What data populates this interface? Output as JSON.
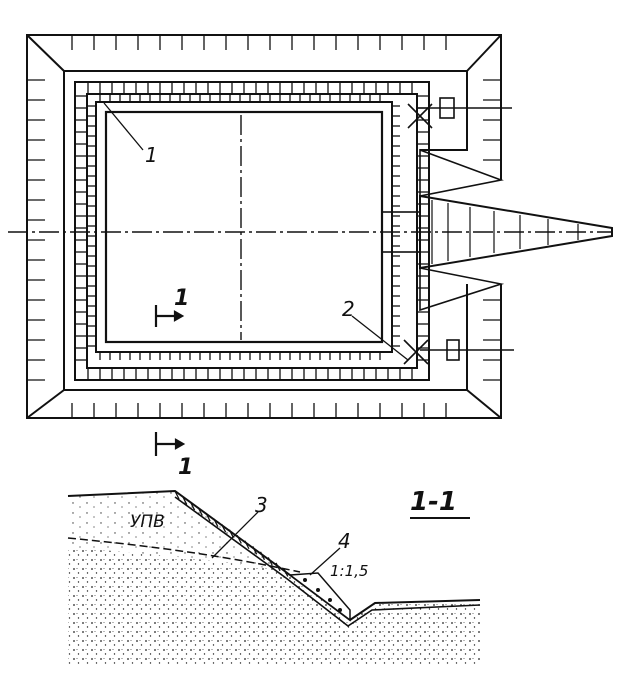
{
  "plan": {
    "callouts": [
      "1",
      "2"
    ],
    "section_marks": [
      "1",
      "1"
    ]
  },
  "section": {
    "title": "1-1",
    "groundwater_label": "УПВ",
    "callouts": [
      "3",
      "4"
    ],
    "slope_label": "1:1,5"
  },
  "colors": {
    "ink": "#111111",
    "paper": "#ffffff"
  }
}
